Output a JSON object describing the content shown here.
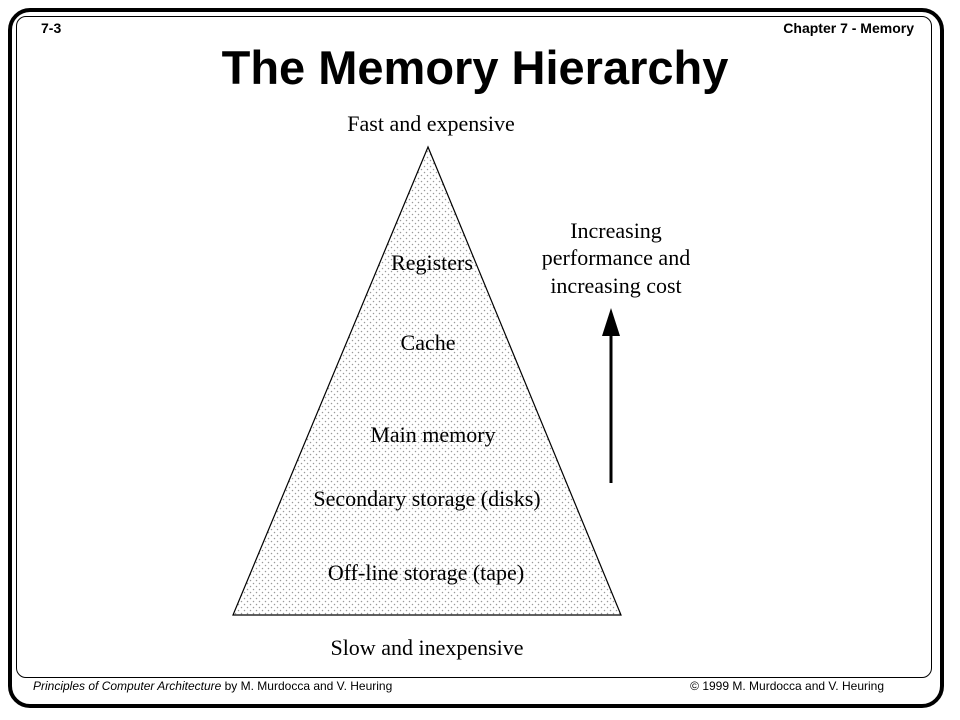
{
  "header": {
    "slide_number": "7-3",
    "chapter": "Chapter 7 - Memory"
  },
  "title": "The Memory Hierarchy",
  "diagram": {
    "top_label": "Fast and expensive",
    "bottom_label": "Slow and inexpensive",
    "levels": [
      "Registers",
      "Cache",
      "Main memory",
      "Secondary storage (disks)",
      "Off-line storage (tape)"
    ],
    "arrow_caption": [
      "Increasing",
      "performance and",
      "increasing cost"
    ]
  },
  "footer": {
    "book_title": "Principles of Computer Architecture",
    "book_authors": " by M. Murdocca and V. Heuring",
    "copyright": "© 1999 M. Murdocca and V. Heuring"
  }
}
